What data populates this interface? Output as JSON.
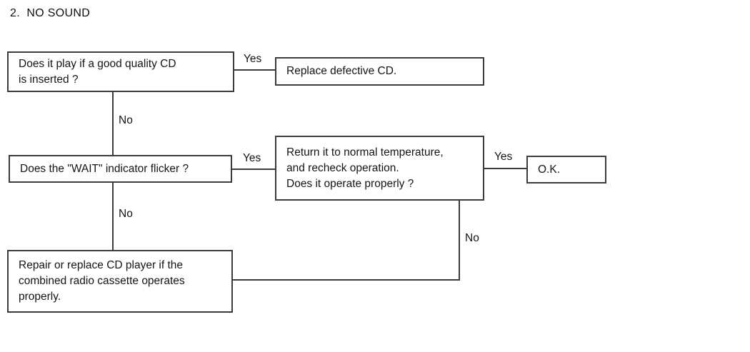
{
  "title": "2.  NO SOUND",
  "flowchart": {
    "nodes": {
      "play_cd": {
        "text": "Does it play if a good quality CD\nis inserted ?"
      },
      "replace_cd": {
        "text": "Replace defective CD."
      },
      "wait_flicker": {
        "text": "Does the \"WAIT\" indicator flicker ?"
      },
      "normal_temp": {
        "text": "Return it to normal temperature,\nand recheck operation.\nDoes it operate properly ?"
      },
      "ok": {
        "text": "O.K."
      },
      "repair": {
        "text": "Repair or replace CD player if the\ncombined radio cassette operates\nproperly."
      }
    },
    "labels": {
      "yes1": "Yes",
      "no1": "No",
      "yes2": "Yes",
      "yes3": "Yes",
      "no2": "No",
      "no3": "No"
    },
    "colors": {
      "line": "#3c3c3c",
      "text": "#151515",
      "background": "#ffffff"
    }
  }
}
